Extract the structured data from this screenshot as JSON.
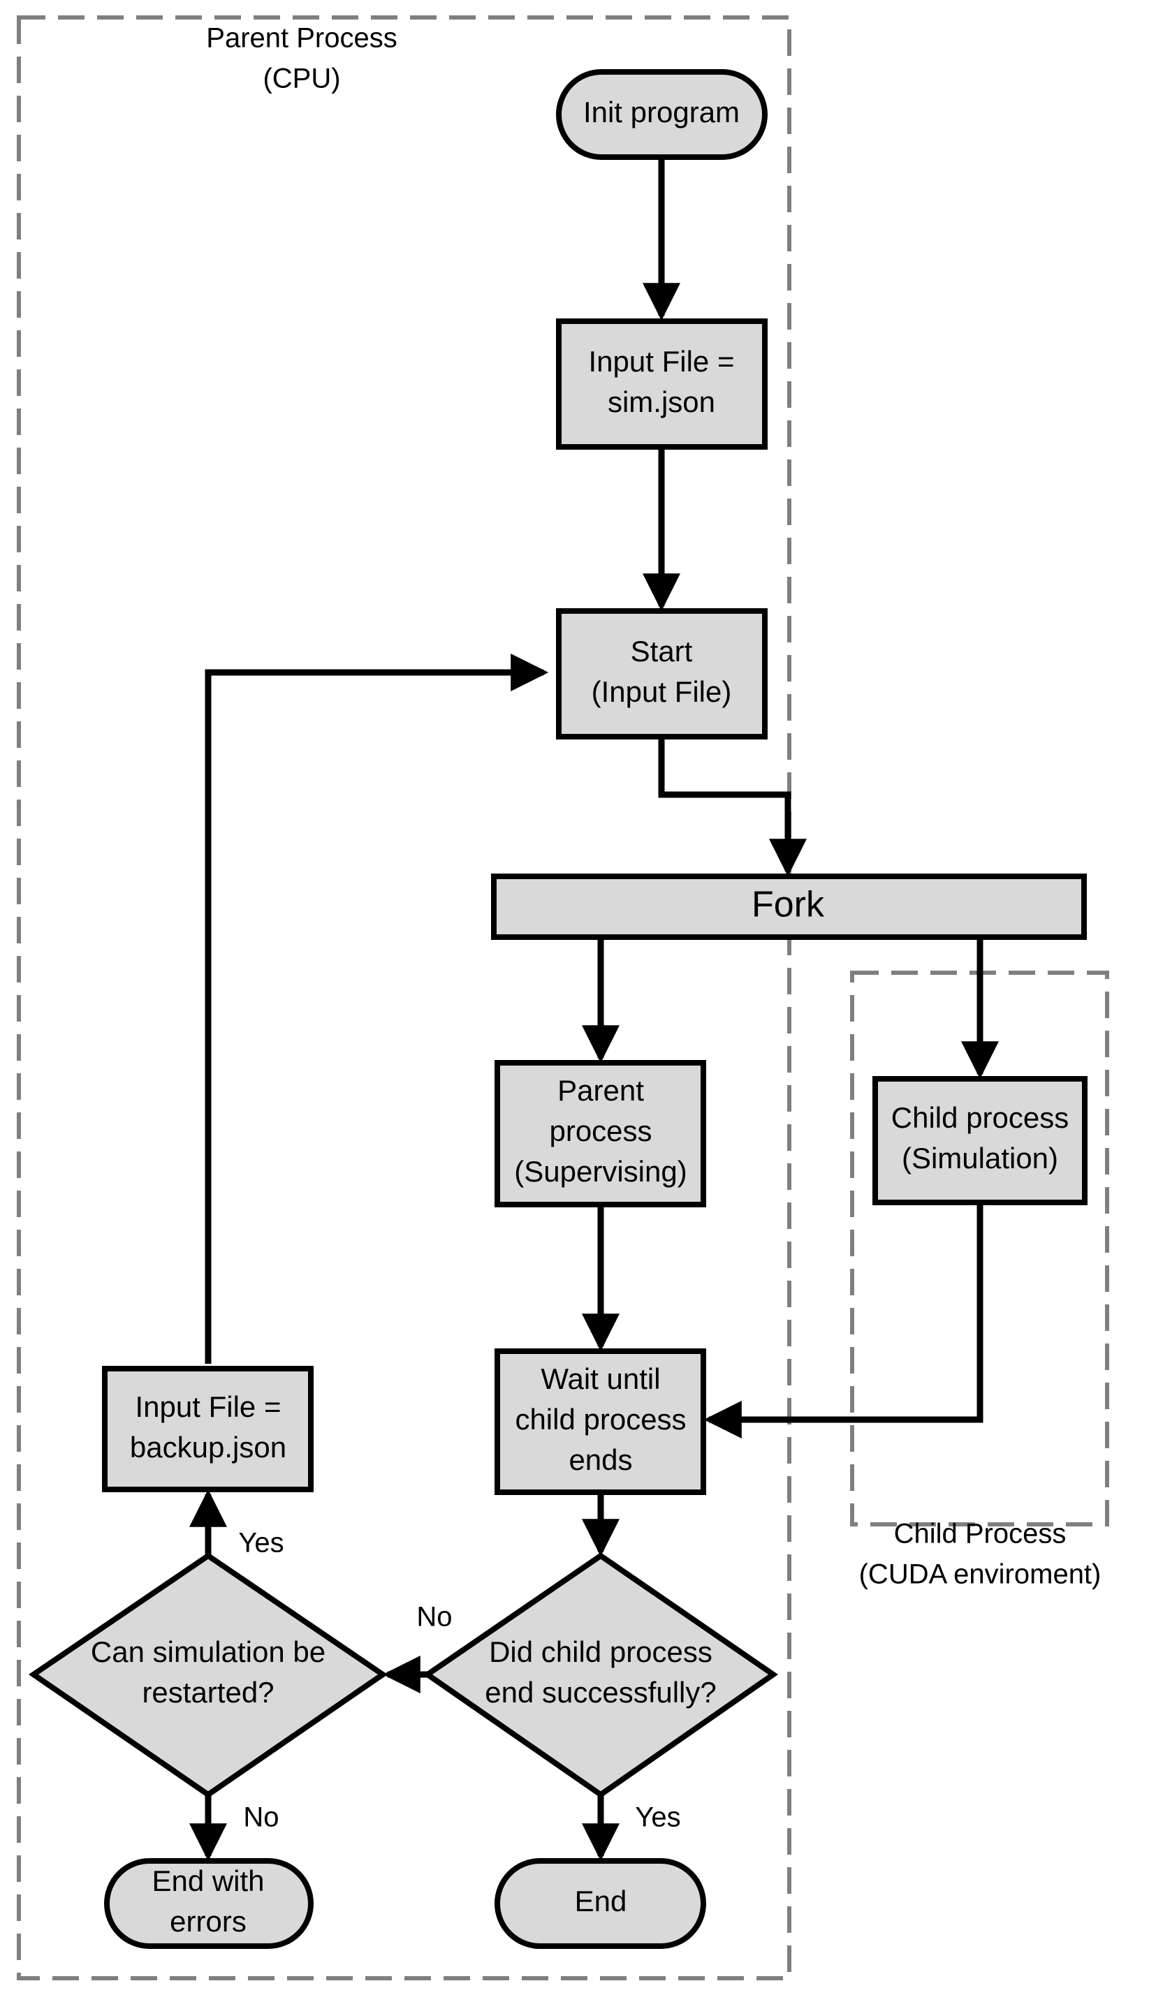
{
  "regions": {
    "parent": {
      "label_lines": [
        "Parent Process",
        "(CPU)"
      ]
    },
    "child": {
      "label_lines": [
        "Child Process",
        "(CUDA enviroment)"
      ]
    }
  },
  "nodes": {
    "init": {
      "lines": [
        "Init program"
      ]
    },
    "input_sim": {
      "lines": [
        "Input File =",
        "sim.json"
      ]
    },
    "start": {
      "lines": [
        "Start",
        "(Input File)"
      ]
    },
    "fork": {
      "lines": [
        "Fork"
      ]
    },
    "parent_proc": {
      "lines": [
        "Parent",
        "process",
        "(Supervising)"
      ]
    },
    "child_proc": {
      "lines": [
        "Child process",
        "(Simulation)"
      ]
    },
    "wait": {
      "lines": [
        "Wait until",
        "child process",
        "ends"
      ]
    },
    "did_end": {
      "lines": [
        "Did child process",
        "end successfully?"
      ]
    },
    "can_restart": {
      "lines": [
        "Can simulation be",
        "restarted?"
      ]
    },
    "input_backup": {
      "lines": [
        "Input File =",
        "backup.json"
      ]
    },
    "end_errors": {
      "lines": [
        "End with",
        "errors"
      ]
    },
    "end": {
      "lines": [
        "End"
      ]
    }
  },
  "edge_labels": {
    "no_restart": "No",
    "yes_success": "Yes",
    "yes_restart": "Yes",
    "no_restart_fail": "No"
  }
}
